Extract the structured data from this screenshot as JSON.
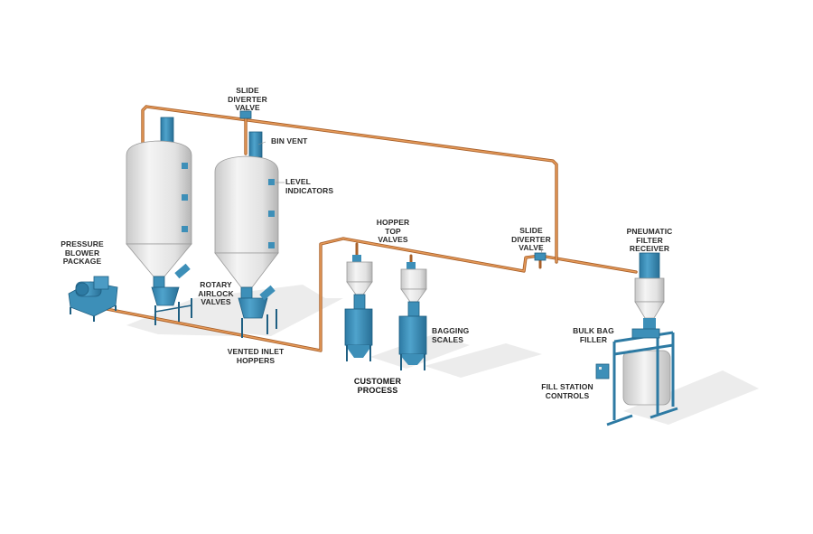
{
  "labels": {
    "slide_diverter_1": "SLIDE\nDIVERTER\nVALVE",
    "bin_vent": "BIN VENT",
    "level_indicators": "LEVEL\nINDICATORS",
    "pressure_blower": "PRESSURE\nBLOWER\nPACKAGE",
    "rotary_airlock": "ROTARY\nAIRLOCK\nVALVES",
    "vented_inlet": "VENTED INLET\nHOPPERS",
    "hopper_top": "HOPPER\nTOP\nVALVES",
    "customer_process": "CUSTOMER\nPROCESS",
    "bagging_scales": "BAGGING\nSCALES",
    "slide_diverter_2": "SLIDE\nDIVERTER\nVALVE",
    "pneumatic_filter": "PNEUMATIC\nFILTER\nRECEIVER",
    "bulk_bag_filler": "BULK BAG\nFILLER",
    "fill_station": "FILL STATION\nCONTROLS"
  },
  "colors": {
    "pipe": "#d88a4a",
    "pipe_dark": "#a8602a",
    "equipment_blue": "#3d8fb8",
    "equipment_blue_dark": "#1f5f82",
    "silo_light": "#ececec",
    "silo_shade": "#b8b8b8",
    "shadow": "#e6e6e6"
  }
}
